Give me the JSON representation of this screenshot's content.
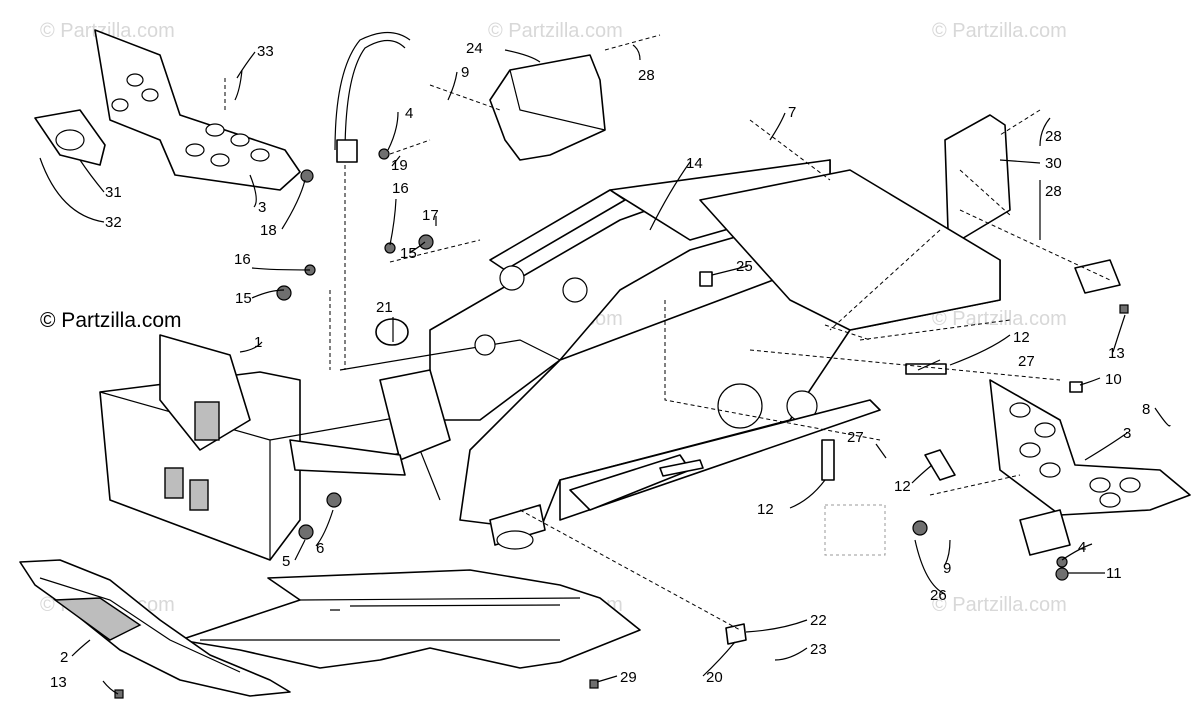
{
  "watermarks": {
    "main": "© Partzilla.com",
    "faint": [
      "© Partzilla.com",
      "© Partzilla.com",
      "© Partzilla.com",
      "© Partzilla.com",
      "© Partzilla.com",
      "© Partzilla.com",
      "© Partzilla.com",
      "© Partzilla.com"
    ]
  },
  "callouts": {
    "c1": "1",
    "c2": "2",
    "c3a": "3",
    "c3b": "3",
    "c4a": "4",
    "c4b": "4",
    "c5": "5",
    "c6": "6",
    "c7": "7",
    "c8": "8",
    "c9a": "9",
    "c9b": "9",
    "c10": "10",
    "c11": "11",
    "c12a": "12",
    "c12b": "12",
    "c12c": "12",
    "c13a": "13",
    "c13b": "13",
    "c14": "14",
    "c15a": "15",
    "c15b": "15",
    "c16a": "16",
    "c16b": "16",
    "c17": "17",
    "c18": "18",
    "c19": "19",
    "c20": "20",
    "c21": "21",
    "c22": "22",
    "c23": "23",
    "c24": "24",
    "c25": "25",
    "c26": "26",
    "c27a": "27",
    "c27b": "27",
    "c28a": "28",
    "c28b": "28",
    "c28c": "28",
    "c29": "29",
    "c30": "30",
    "c31": "31",
    "c32": "32",
    "c33": "33"
  }
}
